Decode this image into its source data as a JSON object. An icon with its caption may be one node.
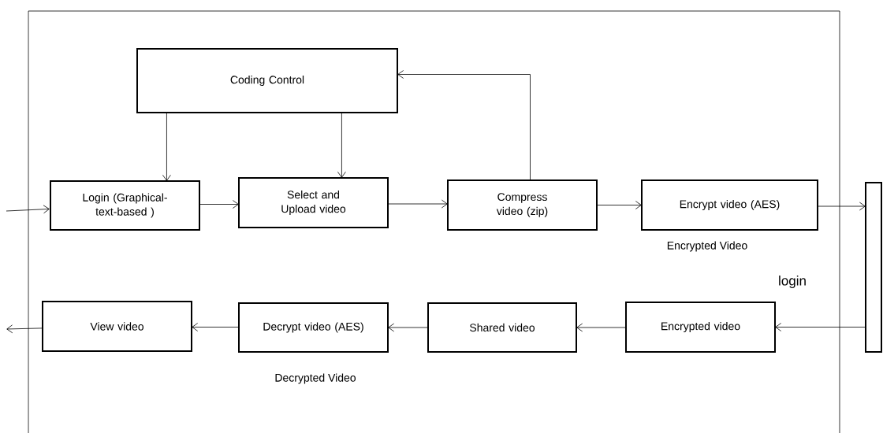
{
  "diagram": {
    "nodes": [
      {
        "text": [
          "Coding Control"
        ]
      },
      {
        "text": [
          "Login (Graphical- text-based )"
        ]
      },
      {
        "text": [
          "Select and Upload video"
        ]
      },
      {
        "text": [
          "Compress video (zip)"
        ]
      },
      {
        "text": [
          "Encrypt video (AES)"
        ],
        "beside": [
          "Encrypted Video"
        ]
      },
      {
        "text": [],
        "shape": "box"
      },
      {
        "text": [
          "Encrypted video"
        ]
      },
      {
        "text": [
          "Shared video"
        ]
      },
      {
        "text": [
          "Decrypt video (AES)"
        ],
        "beside": [
          "Decrypted Video"
        ]
      },
      {
        "text": [
          "View video"
        ]
      }
    ],
    "edges": [
      {
        "from": null,
        "to": 1,
        "arrow": "to"
      },
      {
        "from": 0,
        "to": 1,
        "arrow": "to"
      },
      {
        "from": 0,
        "to": 2,
        "arrow": "to"
      },
      {
        "from": 1,
        "to": 2,
        "arrow": "to"
      },
      {
        "from": 2,
        "to": 3,
        "arrow": "to"
      },
      {
        "from": 3,
        "to": 0,
        "arrow": "to"
      },
      {
        "from": 3,
        "to": 4,
        "arrow": "to"
      },
      {
        "from": 4,
        "to": 5,
        "arrow": "to"
      },
      {
        "from": 5,
        "to": 6,
        "arrow": "to",
        "label": "login"
      },
      {
        "from": 6,
        "to": 7,
        "arrow": "to"
      },
      {
        "from": 7,
        "to": 8,
        "arrow": "to"
      },
      {
        "from": 8,
        "to": 9,
        "arrow": "to"
      },
      {
        "from": 9,
        "to": null,
        "arrow": "to"
      }
    ]
  }
}
